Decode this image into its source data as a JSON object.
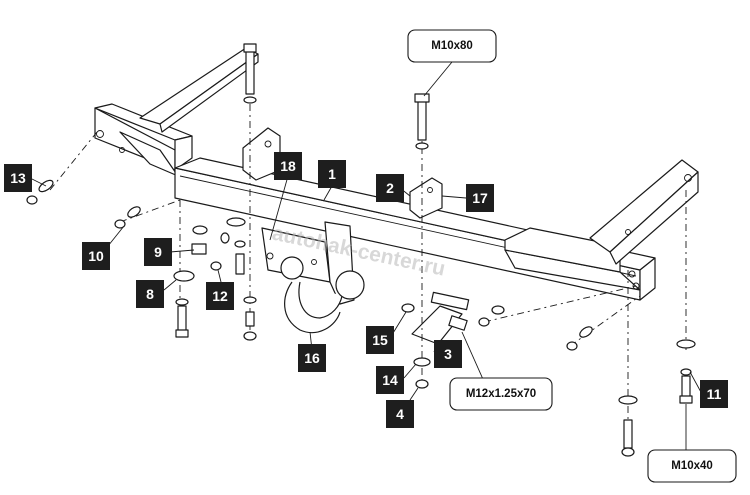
{
  "diagram": {
    "watermark": "autohak-center.ru",
    "callouts": [
      "1",
      "2",
      "3",
      "4",
      "8",
      "9",
      "10",
      "11",
      "12",
      "13",
      "14",
      "15",
      "16",
      "17",
      "18"
    ],
    "spec_labels": {
      "top_bolt": "M10x80",
      "center_bolt": "M12x1.25x70",
      "right_bolt": "M10x40"
    }
  }
}
